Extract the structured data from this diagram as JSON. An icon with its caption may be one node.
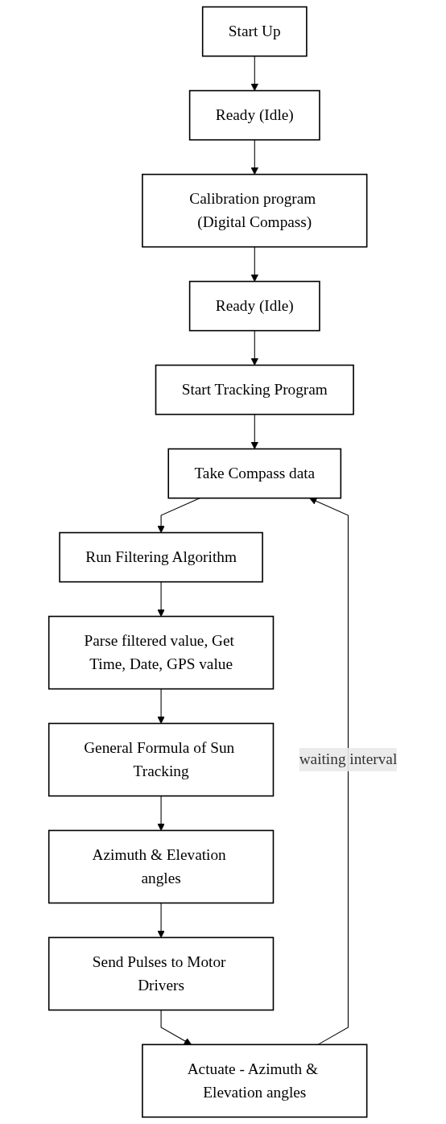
{
  "diagram": {
    "nodes": [
      {
        "text": [
          "Start Up"
        ]
      },
      {
        "text": [
          "Ready (Idle)"
        ]
      },
      {
        "text": [
          "Calibration program (Digital Compass)"
        ]
      },
      {
        "text": [
          "Ready (Idle)"
        ]
      },
      {
        "text": [
          "Start Tracking Program"
        ]
      },
      {
        "text": [
          "Take Compass data"
        ]
      },
      {
        "text": [
          "Run Filtering Algorithm"
        ]
      },
      {
        "text": [
          "Parse filtered value, Get Time, Date, GPS value"
        ]
      },
      {
        "text": [
          "General Formula of Sun Tracking"
        ]
      },
      {
        "text": [
          "Azimuth & Elevation angles"
        ]
      },
      {
        "text": [
          "Send Pulses to Motor Drivers"
        ]
      },
      {
        "text": [
          "Actuate - Azimuth & Elevation angles"
        ]
      }
    ],
    "edges": [
      {
        "from": 0,
        "to": 1,
        "arrow": "to"
      },
      {
        "from": 1,
        "to": 2,
        "arrow": "to"
      },
      {
        "from": 2,
        "to": 3,
        "arrow": "to"
      },
      {
        "from": 3,
        "to": 4,
        "arrow": "to"
      },
      {
        "from": 4,
        "to": 5,
        "arrow": "to"
      },
      {
        "from": 5,
        "to": 6,
        "arrow": "to"
      },
      {
        "from": 6,
        "to": 7,
        "arrow": "to"
      },
      {
        "from": 7,
        "to": 8,
        "arrow": "to"
      },
      {
        "from": 8,
        "to": 9,
        "arrow": "to"
      },
      {
        "from": 9,
        "to": 10,
        "arrow": "to"
      },
      {
        "from": 10,
        "to": 11,
        "arrow": "to"
      },
      {
        "from": 11,
        "to": 5,
        "arrow": "to",
        "label": "waiting interval"
      }
    ]
  }
}
